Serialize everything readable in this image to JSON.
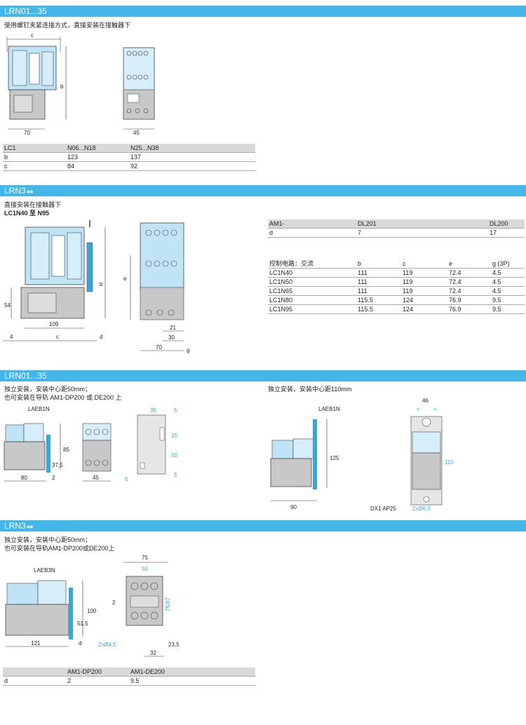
{
  "sections": [
    {
      "title": "LRN01...35",
      "dots": ""
    },
    {
      "title": "LRN3",
      "dots": "●●"
    },
    {
      "title": "LRN01...35",
      "dots": ""
    },
    {
      "title": "LRN3",
      "dots": "●●"
    }
  ],
  "s1": {
    "note": "使用螺钉夹紧连接方式，直接安装在接触器下",
    "dims": {
      "c": "c",
      "b": "b",
      "w70": "70",
      "w45": "45"
    },
    "table": {
      "headers": [
        "LC1",
        "N06...N18",
        "N25...N38"
      ],
      "rows": [
        [
          "b",
          "123",
          "137"
        ],
        [
          "c",
          "84",
          "92"
        ]
      ]
    }
  },
  "s2": {
    "note1": "直接安装在接触器下",
    "note2": "LC1N40 至 N95",
    "dims": {
      "d54": "54",
      "d109": "109",
      "d4": "4",
      "c": "c",
      "d": "d",
      "b": "b",
      "e": "e",
      "d21": "21",
      "d30": "30",
      "d70": "70",
      "g": "g"
    },
    "table1": {
      "headers": [
        "AM1-",
        "DL201",
        "",
        "DL200"
      ],
      "rows": [
        [
          "d",
          "7",
          "",
          "17"
        ]
      ]
    },
    "table2": {
      "headers": [
        "控制电路：交流",
        "b",
        "c",
        "e",
        "g (3P)"
      ],
      "rows": [
        [
          "LC1N40",
          "111",
          "119",
          "72.4",
          "4.5"
        ],
        [
          "LC1N50",
          "111",
          "119",
          "72.4",
          "4.5"
        ],
        [
          "LC1N65",
          "111",
          "119",
          "72.4",
          "4.5"
        ],
        [
          "LC1N80",
          "115.5",
          "124",
          "76.9",
          "9.5"
        ],
        [
          "LC1N95",
          "115.5",
          "124",
          "76.9",
          "9.5"
        ]
      ]
    }
  },
  "s3": {
    "note1": "独立安装，安装中心距50mm；",
    "note2": "也可安装在导轨 AM1-DP200 或 DE200 上",
    "note3": "独立安装，安装中心距110mm",
    "dims": {
      "laeb1n": "LAEB1N",
      "d85": "85",
      "d375": "37,5",
      "d80": "80",
      "d2": "2",
      "d45": "45",
      "d35": "35",
      "d5a": "5",
      "d15": "15",
      "d50": "50",
      "d6": "6",
      "d5b": "5",
      "laeb1n2": "LAEB1N",
      "d125": "125",
      "d90": "90",
      "d46": "46",
      "d110": "110",
      "dx1": "DX1 AP25",
      "holes": "2xØ6,5",
      "eq": "="
    }
  },
  "s4": {
    "note1": "独立安装，安装中心距50mm；",
    "note2": "也可安装在导轨AM1-DP200或DE200上",
    "dims": {
      "laeb3n": "LAEB3N",
      "d100": "100",
      "d515": "51,5",
      "d121": "121",
      "d": "d",
      "d75": "75",
      "d50": "50",
      "d2": "2",
      "d7587": "75/87",
      "holes": "2xØ4,5",
      "d235": "23,5",
      "d32": "32"
    },
    "table": {
      "headers": [
        "",
        "AM1-DP200",
        "AM1-DE200"
      ],
      "rows": [
        [
          "d",
          "2",
          "9.5"
        ]
      ]
    }
  }
}
